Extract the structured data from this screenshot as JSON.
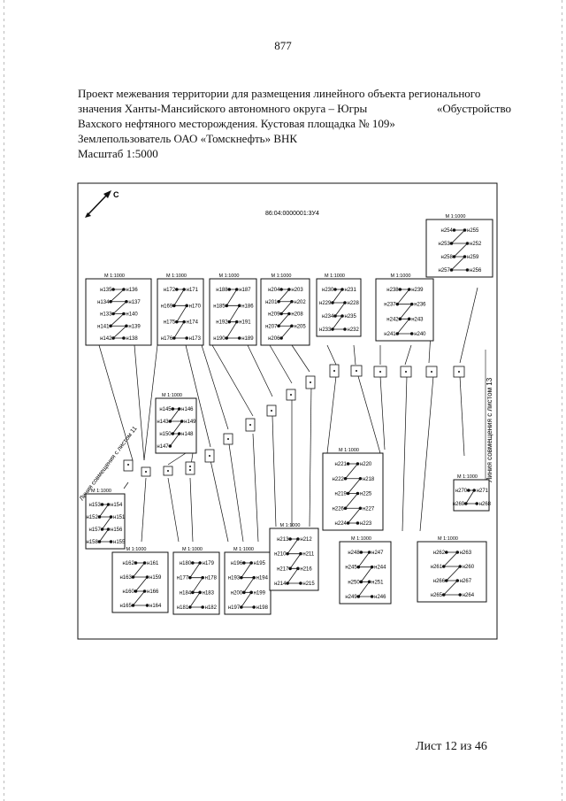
{
  "page_number": "877",
  "header": {
    "line1": "Проект межевания территории для размещения линейного объекта регионального",
    "line2_a": "значения Ханты-Мансийского автономного округа – Югры",
    "line2_b": "«Обустройство",
    "line3": "Вахского нефтяного месторождения. Кустовая площадка № 109»",
    "line4": "Землепользователь ОАО «Томскнефть» ВНК",
    "line5": "Масштаб 1:5000"
  },
  "map": {
    "north_label": "С",
    "cadastral_number": "86:04:0000001:3У4",
    "joint_line_left": "Линия совмещения с листом 11",
    "joint_line_right": "Линия совмещения с листом 13",
    "insets": [
      {
        "scale": "М 1:1000",
        "points": [
          "н135",
          "н136",
          "н134",
          "н137",
          "н133",
          "н140",
          "н141",
          "н139",
          "н142",
          "н138"
        ]
      },
      {
        "scale": "М 1:1000",
        "points": [
          "н172",
          "н171",
          "н169",
          "н170",
          "н175",
          "н174",
          "н176",
          "н173"
        ]
      },
      {
        "scale": "М 1:1000",
        "points": [
          "н188",
          "н187",
          "н185",
          "н186",
          "н192",
          "н191",
          "н190",
          "н189"
        ]
      },
      {
        "scale": "М 1:1000",
        "points": [
          "н204",
          "н203",
          "н201",
          "н202",
          "н209",
          "н208",
          "н207",
          "н205",
          "н206"
        ]
      },
      {
        "scale": "М 1:1000",
        "points": [
          "н230",
          "н231",
          "н229",
          "н228",
          "н234",
          "н235",
          "н233",
          "н232"
        ]
      },
      {
        "scale": "М 1:1000",
        "points": [
          "н238",
          "н239",
          "н237",
          "н236",
          "н242",
          "н243",
          "н241",
          "н240"
        ]
      },
      {
        "scale": "М 1:1000",
        "points": [
          "н254",
          "н255",
          "н253",
          "н252",
          "н258",
          "н259",
          "н257",
          "н256"
        ]
      },
      {
        "scale": "М 1:1000",
        "points": [
          "н145",
          "н146",
          "н143",
          "н149",
          "н150",
          "н148",
          "н147"
        ]
      },
      {
        "scale": "М 1:1000",
        "points": [
          "н221",
          "н220",
          "н222",
          "н218",
          "н219",
          "н225",
          "н226",
          "н227",
          "н224",
          "н223"
        ]
      },
      {
        "scale": "М 1:1000",
        "points": [
          "н270",
          "н271",
          "н269",
          "н268"
        ]
      },
      {
        "scale": "М 1:1000",
        "points": [
          "н153",
          "н154",
          "н152",
          "н151",
          "н157",
          "н156",
          "н158",
          "н155"
        ]
      },
      {
        "scale": "М 1:1000",
        "points": [
          "н162",
          "н161",
          "н163",
          "н159",
          "н160",
          "н166",
          "н165",
          "н164"
        ]
      },
      {
        "scale": "М 1:1000",
        "points": [
          "н180",
          "н179",
          "н177",
          "н178",
          "н184",
          "н183",
          "н181",
          "н182"
        ]
      },
      {
        "scale": "М 1:1000",
        "points": [
          "н196",
          "н195",
          "н193",
          "н194",
          "н200",
          "н199",
          "н197",
          "н198"
        ]
      },
      {
        "scale": "М 1:1000",
        "points": [
          "н213",
          "н212",
          "н210",
          "н211",
          "н217",
          "н216",
          "н214",
          "н215"
        ]
      },
      {
        "scale": "М 1:1000",
        "points": [
          "н248",
          "н247",
          "н245",
          "н244",
          "н250",
          "н251",
          "н249",
          "н246"
        ]
      },
      {
        "scale": "М 1:1000",
        "points": [
          "н262",
          "н263",
          "н261",
          "н260",
          "н266",
          "н267",
          "н265",
          "н264"
        ]
      }
    ]
  },
  "footer": "Лист 12 из 46"
}
